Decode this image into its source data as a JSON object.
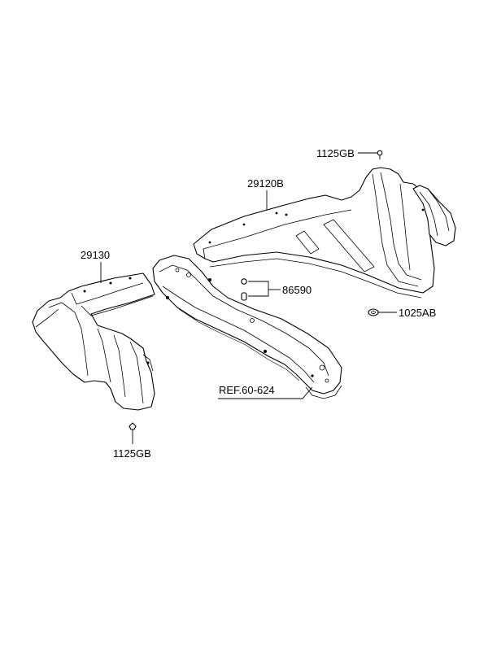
{
  "callouts": {
    "bolt_top": "1125GB",
    "cover_center": "29120B",
    "cover_left": "29130",
    "clip": "86590",
    "nut": "1025AB",
    "reference": "REF.60-624",
    "bolt_bottom": "1125GB"
  },
  "colors": {
    "line": "#000000",
    "background": "#ffffff"
  }
}
